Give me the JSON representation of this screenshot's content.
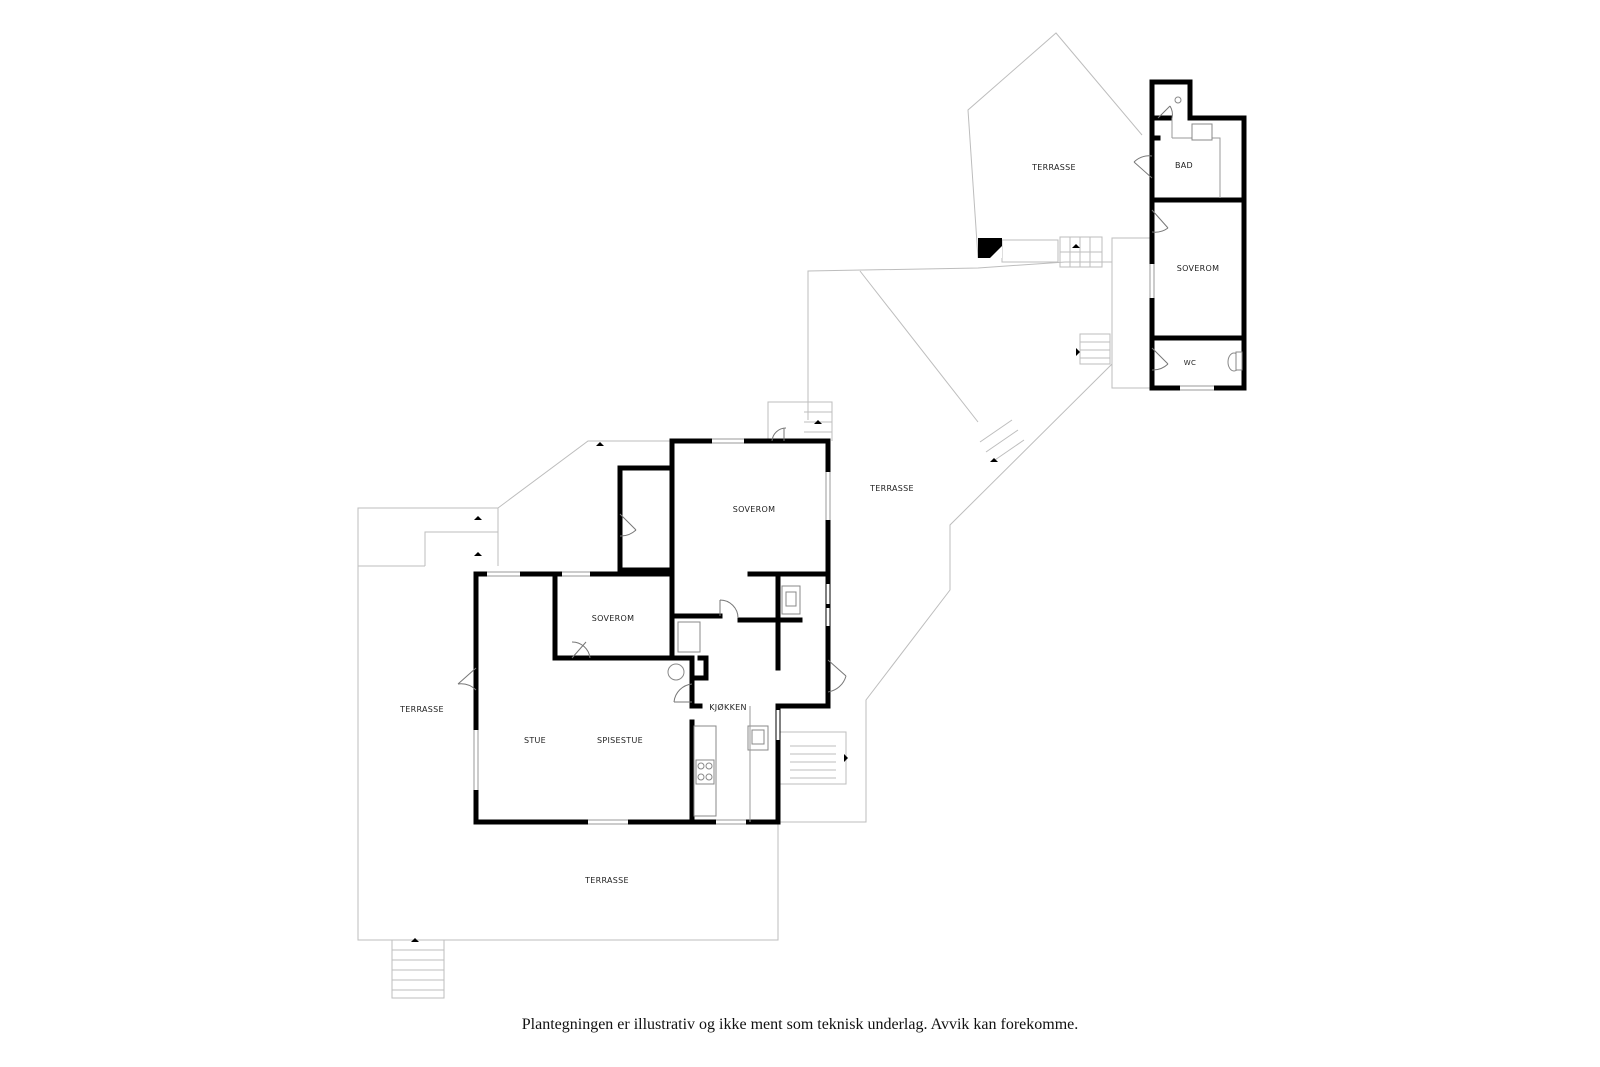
{
  "rooms": {
    "terrasse_north": "TERRASSE",
    "bad": "BAD",
    "soverom_annex": "SOVEROM",
    "wc": "WC",
    "terrasse_middle": "TERRASSE",
    "soverom_upper": "SOVEROM",
    "soverom_lower": "SOVEROM",
    "terrasse_west": "TERRASSE",
    "kjokken": "KJØKKEN",
    "stue": "STUE",
    "spisestue": "SPISESTUE",
    "terrasse_south": "TERRASSE"
  },
  "caption": "Plantegningen er illustrativ og ikke ment som teknisk underlag. Avvik kan forekomme."
}
